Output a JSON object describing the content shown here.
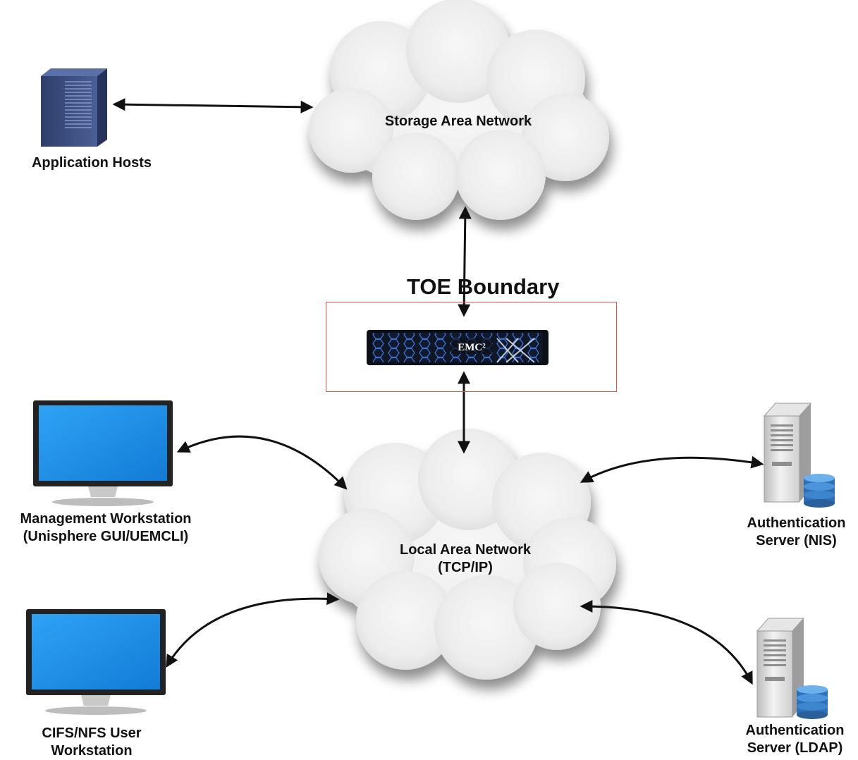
{
  "toe_boundary": {
    "title": "TOE Boundary"
  },
  "storage_area_network": {
    "label": "Storage Area Network"
  },
  "local_area_network": {
    "line1": "Local Area Network",
    "line2": "(TCP/IP)"
  },
  "application_hosts": {
    "label": "Application Hosts"
  },
  "management_workstation": {
    "line1": "Management Workstation",
    "line2": "(Unisphere GUI/UEMCLI)"
  },
  "user_workstation": {
    "line1": "CIFS/NFS User",
    "line2": "Workstation"
  },
  "auth_server_nis": {
    "line1": "Authentication",
    "line2": "Server (NIS)"
  },
  "auth_server_ldap": {
    "line1": "Authentication",
    "line2": "Server (LDAP)"
  },
  "storage_device": {
    "brand": "EMC²"
  },
  "colors": {
    "boundary": "#e0544c",
    "host": "#3e5287",
    "monitor_screen": "#1f8fe6",
    "db_icon": "#2f6fb3",
    "arrow": "#111111"
  }
}
